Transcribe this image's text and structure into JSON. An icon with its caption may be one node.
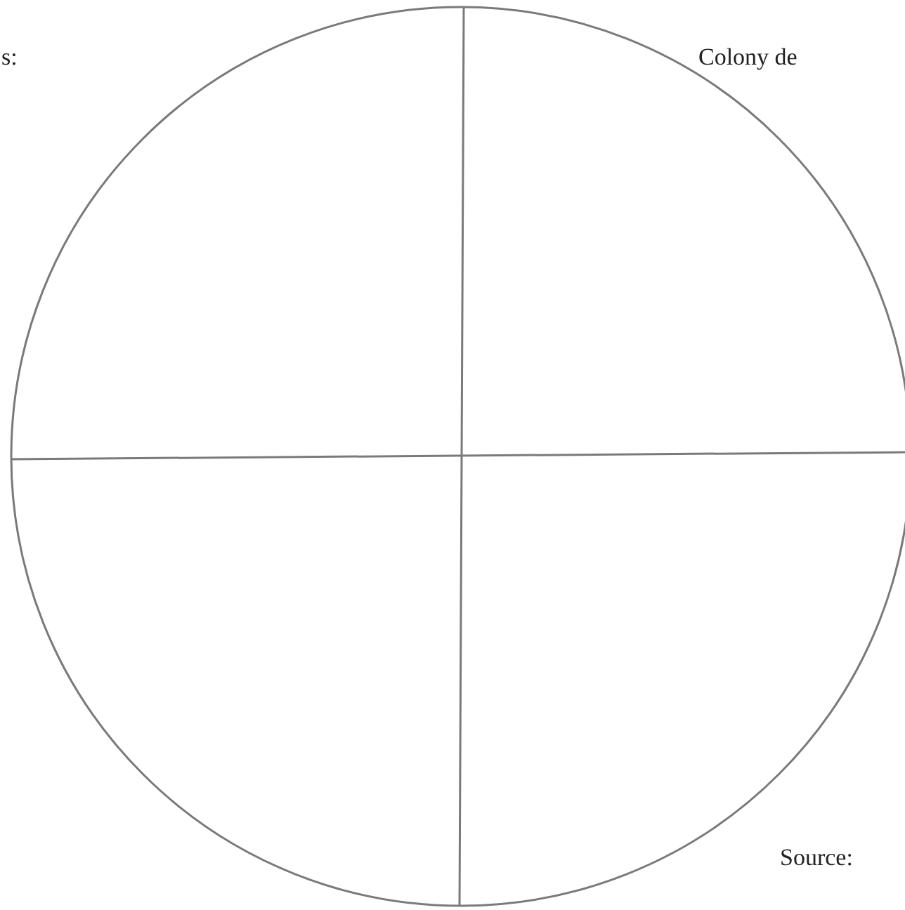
{
  "diagram": {
    "labels": [
      "s:",
      "Colony de",
      "Source:"
    ]
  }
}
